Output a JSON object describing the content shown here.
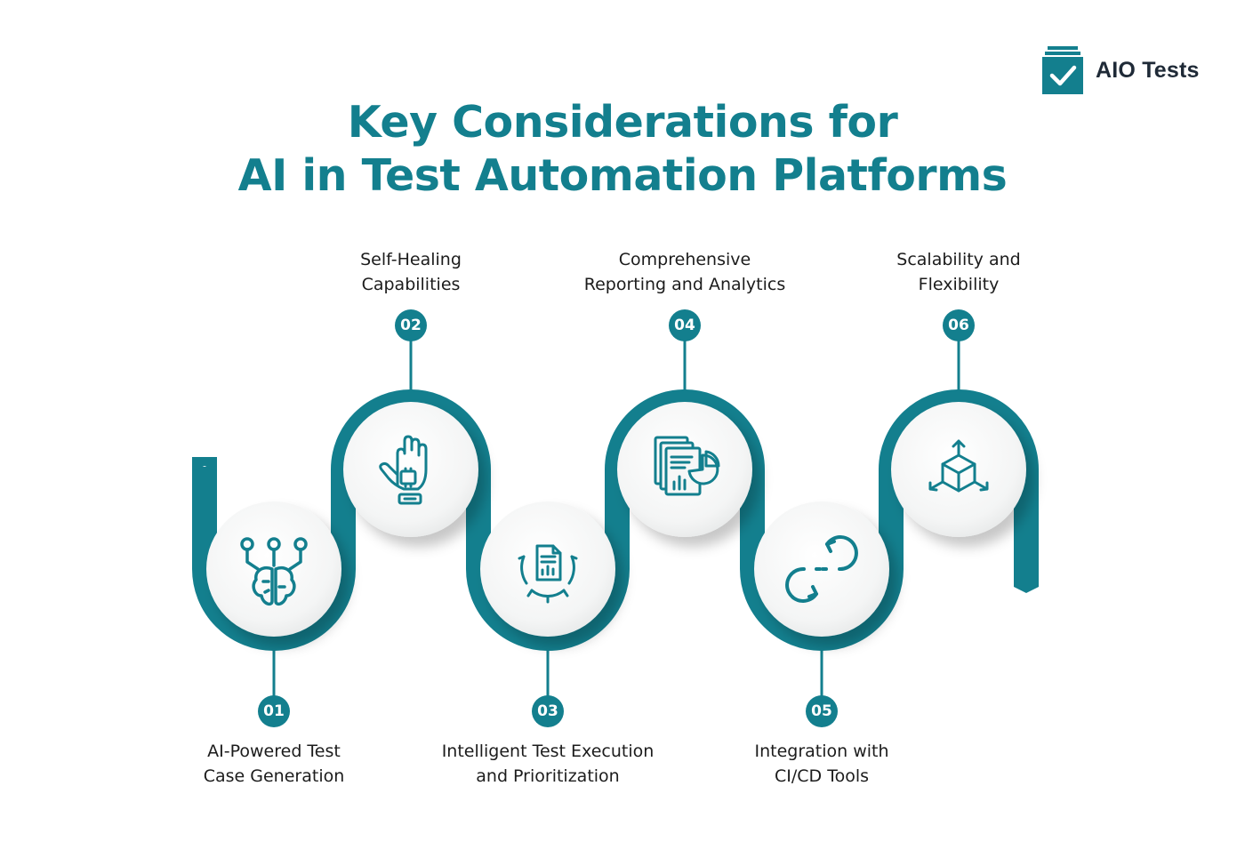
{
  "title": {
    "line1": "Key Considerations for",
    "line2": "AI in Test Automation Platforms"
  },
  "brand": {
    "name": "AIO Tests",
    "icon": "checklist-icon"
  },
  "colors": {
    "teal": "#137f8e",
    "text": "#1c1c1c",
    "circle": "#f6f7f7"
  },
  "steps": [
    {
      "number": "01",
      "line1": "AI-Powered Test",
      "line2": "Case Generation",
      "icon": "brain-circuit-icon"
    },
    {
      "number": "02",
      "line1": "Self-Healing",
      "line2": "Capabilities",
      "icon": "robotic-hand-icon"
    },
    {
      "number": "03",
      "line1": "Intelligent Test Execution",
      "line2": "and Prioritization",
      "icon": "gear-document-icon"
    },
    {
      "number": "04",
      "line1": "Comprehensive",
      "line2": "Reporting and Analytics",
      "icon": "reports-chart-icon"
    },
    {
      "number": "05",
      "line1": "Integration with",
      "line2": "CI/CD Tools",
      "icon": "sync-arrows-icon"
    },
    {
      "number": "06",
      "line1": "Scalability and",
      "line2": "Flexibility",
      "icon": "scaling-cube-icon"
    }
  ]
}
